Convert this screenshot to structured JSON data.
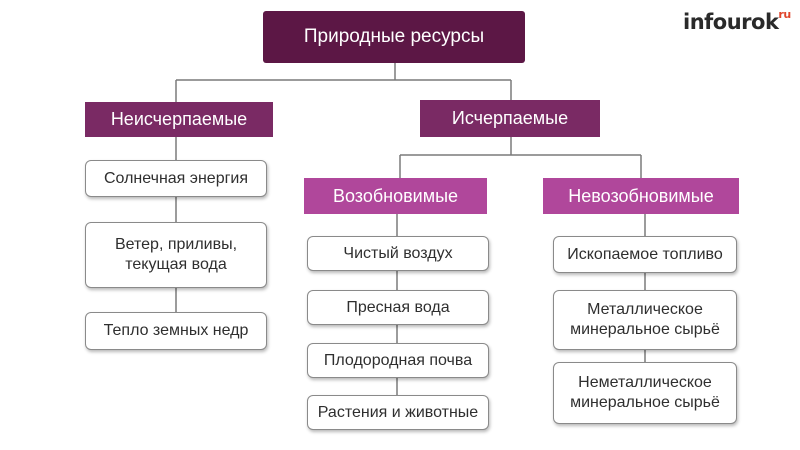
{
  "logo": {
    "text": "infourok",
    "suffix": "ru"
  },
  "root": {
    "label": "Природные ресурсы"
  },
  "inexhaustible": {
    "label": "Неисчерпаемые",
    "items": [
      "Солнечная энергия",
      "Ветер, приливы,\nтекущая вода",
      "Тепло земных недр"
    ]
  },
  "exhaustible": {
    "label": "Исчерпаемые"
  },
  "renewable": {
    "label": "Возобновимые",
    "items": [
      "Чистый воздух",
      "Пресная вода",
      "Плодородная почва",
      "Растения и животные"
    ]
  },
  "nonrenewable": {
    "label": "Невозобновимые",
    "items": [
      "Ископаемое топливо",
      "Металлическое\nминеральное сырьё",
      "Неметаллическое\nминеральное сырьё"
    ]
  },
  "colors": {
    "dark": "#5c1745",
    "mid": "#7a2a64",
    "light": "#b0479b",
    "line": "#7a7a7a"
  }
}
